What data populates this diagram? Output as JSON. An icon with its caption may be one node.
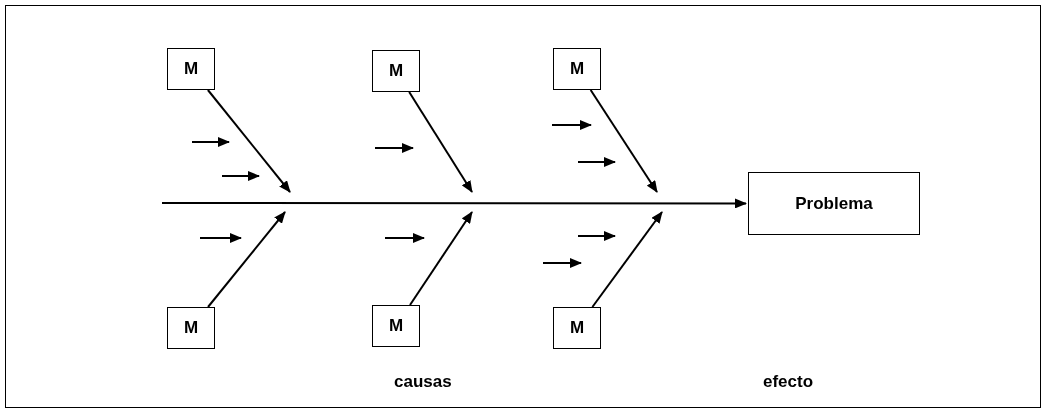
{
  "diagram": {
    "nodes": [
      {
        "text": [
          "M"
        ]
      },
      {
        "text": [
          "M"
        ]
      },
      {
        "text": [
          "M"
        ]
      },
      {
        "text": [
          "Problema"
        ]
      },
      {
        "text": [
          "M"
        ]
      },
      {
        "text": [
          "M"
        ]
      },
      {
        "text": [
          "M"
        ]
      }
    ],
    "edges": [
      {
        "from": null,
        "to": 3,
        "arrow": "to"
      },
      {
        "from": 0,
        "to": null,
        "arrow": "to"
      },
      {
        "from": 1,
        "to": null,
        "arrow": "to"
      },
      {
        "from": 2,
        "to": null,
        "arrow": "to"
      },
      {
        "from": 4,
        "to": null,
        "arrow": "to"
      },
      {
        "from": 5,
        "to": null,
        "arrow": "to"
      },
      {
        "from": 6,
        "to": null,
        "arrow": "to"
      }
    ],
    "labels": [
      "causas",
      "efecto"
    ]
  }
}
